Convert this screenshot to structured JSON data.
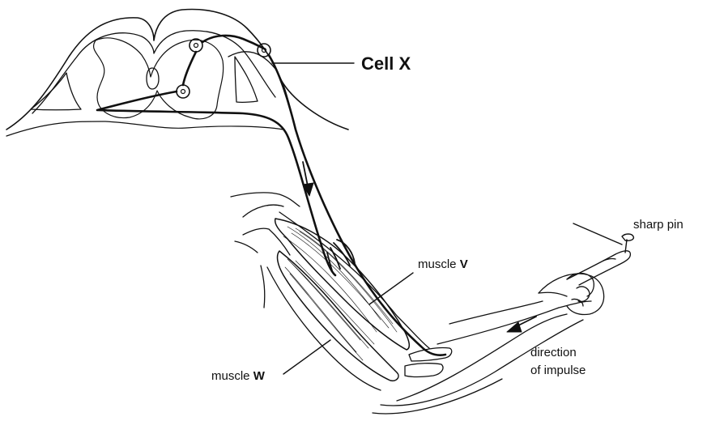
{
  "labels": {
    "cell_x": "Cell X",
    "sharp_pin": "sharp pin",
    "muscle_v_prefix": "muscle",
    "muscle_v_letter": "V",
    "muscle_w_prefix": "muscle",
    "muscle_w_letter": "W",
    "direction_line1": "direction",
    "direction_line2": "of impulse"
  },
  "colors": {
    "ink": "#111111",
    "background": "#ffffff"
  }
}
